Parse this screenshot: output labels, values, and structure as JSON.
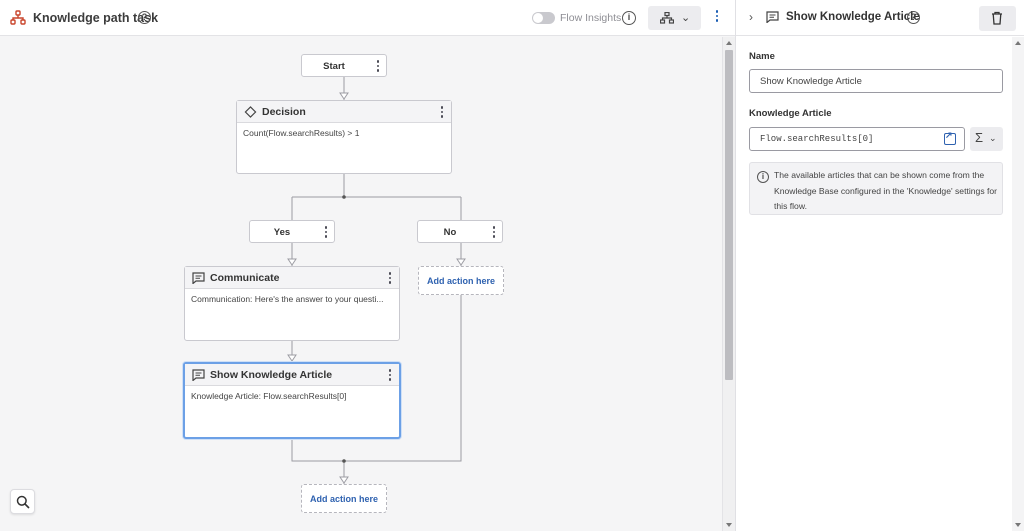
{
  "topbar": {
    "title": "Knowledge path task",
    "flow_insights_label": "Flow Insights",
    "icons": {
      "app": "org-chart-icon",
      "help": "help-circle-icon",
      "info": "info-icon",
      "layout": "layout-icon",
      "more": "kebab-icon"
    }
  },
  "flow": {
    "start": {
      "label": "Start"
    },
    "decision": {
      "title": "Decision",
      "body": "Count(Flow.searchResults) > 1"
    },
    "branch_yes": {
      "label": "Yes"
    },
    "branch_no": {
      "label": "No"
    },
    "communicate": {
      "title": "Communicate",
      "body": "Communication: Here's the answer to your questi..."
    },
    "show_article": {
      "title": "Show Knowledge Article",
      "body": "Knowledge Article: Flow.searchResults[0]"
    },
    "add_action_no": "Add action here",
    "add_action_end": "Add action here"
  },
  "panel": {
    "title": "Show Knowledge Article",
    "name_label": "Name",
    "name_value": "Show Knowledge Article",
    "article_label": "Knowledge Article",
    "article_value": "Flow.searchResults[0]",
    "info_text": "The available articles that can be shown come from the Knowledge Base configured in the 'Knowledge' settings for this flow."
  },
  "colors": {
    "accent": "#2f62b0",
    "selected_border": "#6ca0e6"
  }
}
